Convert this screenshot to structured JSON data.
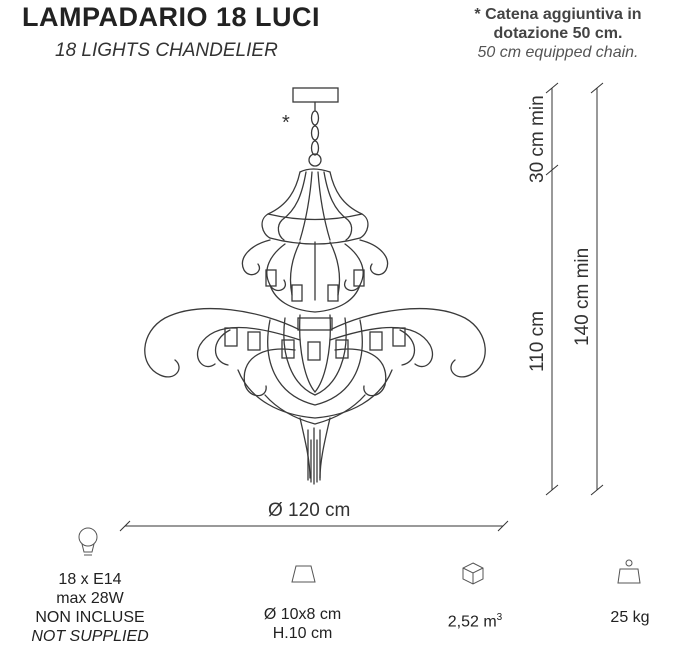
{
  "header": {
    "title": "LAMPADARIO 18 LUCI",
    "subtitle": "18 LIGHTS CHANDELIER"
  },
  "note": {
    "line1": "* Catena aggiuntiva in",
    "line2": "dotazione 50 cm.",
    "line3": "50 cm equipped chain."
  },
  "drawing": {
    "asterisk": "*"
  },
  "dimensions": {
    "chain": "30 cm min",
    "body": "110 cm",
    "total": "140 cm min",
    "diameter": "Ø 120 cm"
  },
  "specs": {
    "bulb": {
      "icon": "bulb-icon",
      "line1": "18 x E14",
      "line2": "max 28W",
      "line3": "NON INCLUSE",
      "line4": "NOT SUPPLIED"
    },
    "shade": {
      "icon": "lampshade-icon",
      "line1": "Ø 10x8 cm",
      "line2": "H.10 cm"
    },
    "volume": {
      "icon": "cube-icon",
      "value": "2,52 m",
      "sup": "3"
    },
    "weight": {
      "icon": "weight-icon",
      "value": "25 kg"
    }
  }
}
